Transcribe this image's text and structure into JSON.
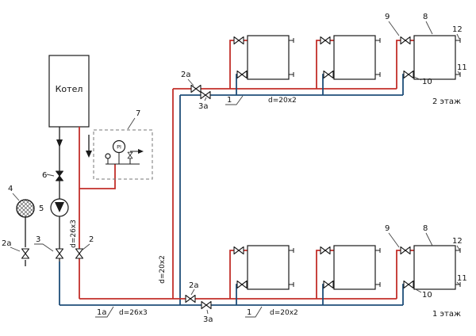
{
  "colors": {
    "supply": "#c22f2a",
    "return": "#1f4e79",
    "line": "#1a1a1a",
    "background": "#ffffff"
  },
  "boiler": {
    "label": "Котел"
  },
  "safety_group": {
    "num": "7",
    "gauge": "PI"
  },
  "left_side": {
    "tank_num": "4",
    "pump_num": "5",
    "valve6_num": "6",
    "valve3_num": "3",
    "valve2_num": "2",
    "valve2a_num": "2a",
    "riser_dim": "d=26x3"
  },
  "risers": {
    "dim": "d=20x2"
  },
  "bottom_main": {
    "line_num": "1a",
    "dim": "d=26x3"
  },
  "floor2": {
    "name": "2 этаж",
    "valve_2a": "2a",
    "valve_3a": "3a",
    "line_num": "1",
    "dim": "d=20x2",
    "n9": "9",
    "n8": "8",
    "n12": "12",
    "n11": "11",
    "n10": "10"
  },
  "floor1": {
    "name": "1 этаж",
    "valve_2a": "2a",
    "valve_3a": "3a",
    "line_num": "1",
    "dim": "d=20x2",
    "n9": "9",
    "n8": "8",
    "n12": "12",
    "n11": "11",
    "n10": "10"
  }
}
